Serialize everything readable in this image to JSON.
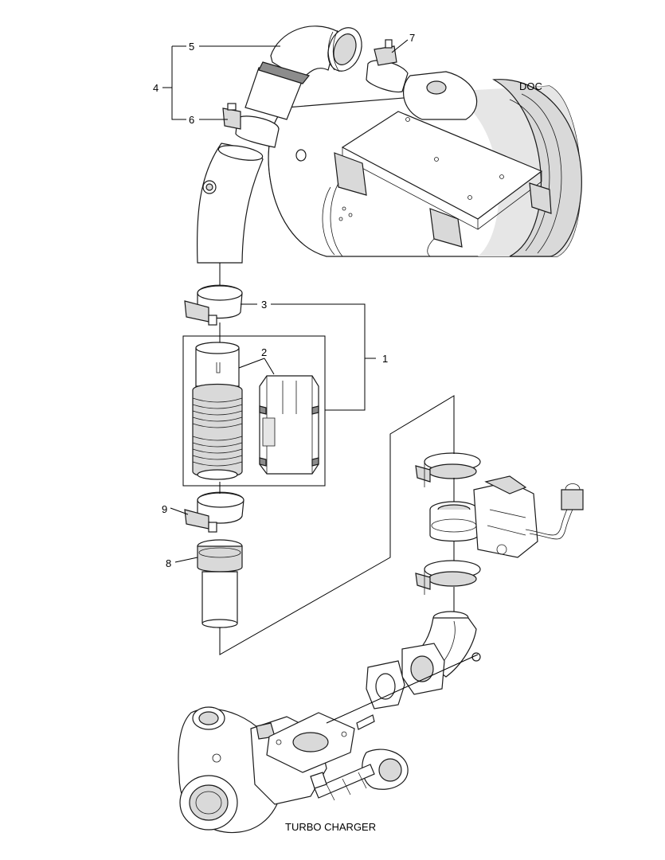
{
  "labels": {
    "doc": "DOC",
    "turbo": "TURBO CHARGER"
  },
  "callouts": [
    {
      "id": "c1",
      "text": "1"
    },
    {
      "id": "c2",
      "text": "2"
    },
    {
      "id": "c3",
      "text": "3"
    },
    {
      "id": "c4",
      "text": "4"
    },
    {
      "id": "c5",
      "text": "5"
    },
    {
      "id": "c6",
      "text": "6"
    },
    {
      "id": "c7",
      "text": "7"
    },
    {
      "id": "c8",
      "text": "8"
    },
    {
      "id": "c9",
      "text": "9"
    }
  ]
}
